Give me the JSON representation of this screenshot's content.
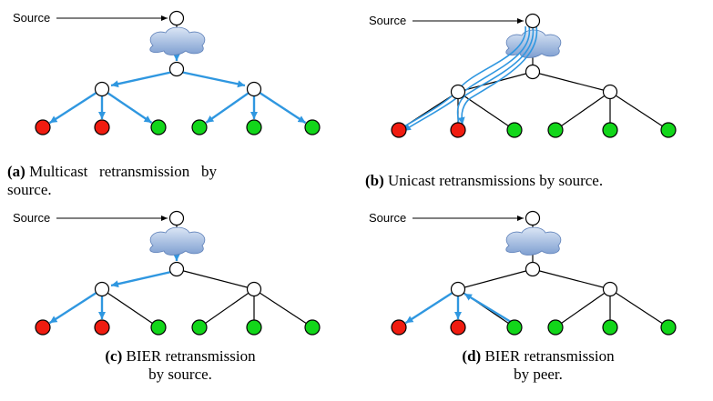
{
  "source_label": "Source",
  "colors": {
    "accent_blue": "#2f97e0",
    "red": "#f01c10",
    "green": "#12d61a",
    "cloud": "#9ab6de"
  },
  "panels": [
    {
      "id": "a",
      "tag": "(a)",
      "caption_line1": "Multicast   retransmission   by",
      "caption_line2": "source.",
      "leaves": [
        "red",
        "red",
        "green",
        "green",
        "green",
        "green"
      ]
    },
    {
      "id": "b",
      "tag": "(b)",
      "caption_line1": "Unicast retransmissions by source.",
      "caption_line2": "",
      "leaves": [
        "red",
        "red",
        "green",
        "green",
        "green",
        "green"
      ]
    },
    {
      "id": "c",
      "tag": "(c)",
      "caption_line1": "BIER retransmission",
      "caption_line2": "by source.",
      "leaves": [
        "red",
        "red",
        "green",
        "green",
        "green",
        "green"
      ]
    },
    {
      "id": "d",
      "tag": "(d)",
      "caption_line1": "BIER retransmission",
      "caption_line2": "by peer.",
      "leaves": [
        "red",
        "red",
        "green",
        "green",
        "green",
        "green"
      ]
    }
  ]
}
